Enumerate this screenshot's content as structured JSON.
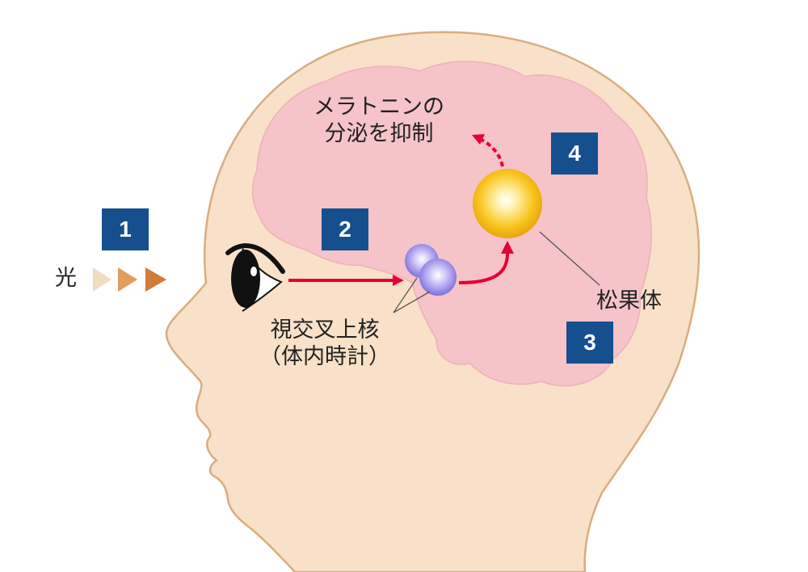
{
  "steps": {
    "s1": "1",
    "s2": "2",
    "s3": "3",
    "s4": "4"
  },
  "labels": {
    "light": "光",
    "scn_line1": "視交叉上核",
    "scn_line2": "（体内時計）",
    "pineal": "松果体",
    "suppress_line1": "メラトニンの",
    "suppress_line2": "分泌を抑制"
  },
  "colors": {
    "skin": "#f8e1c8",
    "skin_outline": "#d8ad80",
    "brain": "#f5c3c8",
    "arrow": "#e60033",
    "badge": "#154f8e",
    "pineal": "#f6b913",
    "scn": "#9b8fe8",
    "light_arrows": [
      "#f1dcbf",
      "#e39b5e",
      "#d27a38"
    ]
  }
}
